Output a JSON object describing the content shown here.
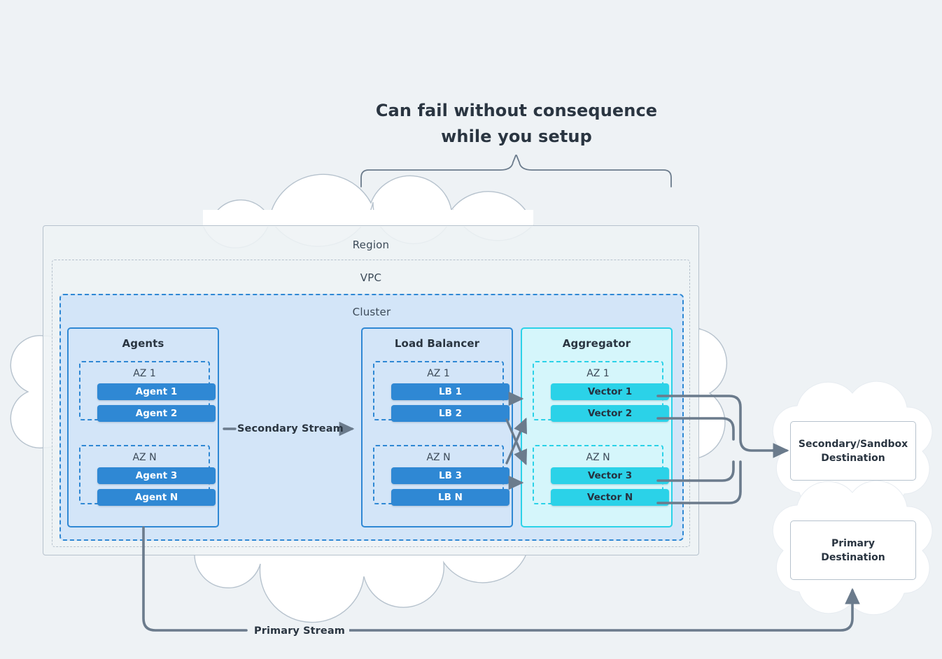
{
  "headline": {
    "line1": "Can fail without consequence",
    "line2": "while you setup"
  },
  "containers": {
    "region": "Region",
    "vpc": "VPC",
    "cluster": "Cluster"
  },
  "groups": [
    {
      "id": "agents",
      "title": "Agents",
      "theme": "blue",
      "zones": [
        {
          "title": "AZ 1",
          "nodes": [
            "Agent 1",
            "Agent 2"
          ]
        },
        {
          "title": "AZ N",
          "nodes": [
            "Agent 3",
            "Agent N"
          ]
        }
      ]
    },
    {
      "id": "load-balancer",
      "title": "Load Balancer",
      "theme": "blue",
      "zones": [
        {
          "title": "AZ 1",
          "nodes": [
            "LB 1",
            "LB 2"
          ]
        },
        {
          "title": "AZ N",
          "nodes": [
            "LB 3",
            "LB N"
          ]
        }
      ]
    },
    {
      "id": "aggregator",
      "title": "Aggregator",
      "theme": "cyan",
      "zones": [
        {
          "title": "AZ 1",
          "nodes": [
            "Vector 1",
            "Vector 2"
          ]
        },
        {
          "title": "AZ N",
          "nodes": [
            "Vector 3",
            "Vector N"
          ]
        }
      ]
    }
  ],
  "destinations": {
    "secondary": "Secondary/Sandbox Destination",
    "primary": "Primary Destination"
  },
  "streams": {
    "secondary": "Secondary Stream",
    "primary": "Primary Stream"
  },
  "colors": {
    "background": "#eef2f5",
    "blue_accent": "#2f88d4",
    "cyan_accent": "#2bd2e8",
    "cluster_fill": "#d3e5f8",
    "aggregator_fill": "#d5f6fb",
    "text_dark": "#2a3541",
    "border_gray": "#b6c2cd",
    "connector_gray": "#6b7b8c",
    "cloud_fill": "#ffffff"
  }
}
